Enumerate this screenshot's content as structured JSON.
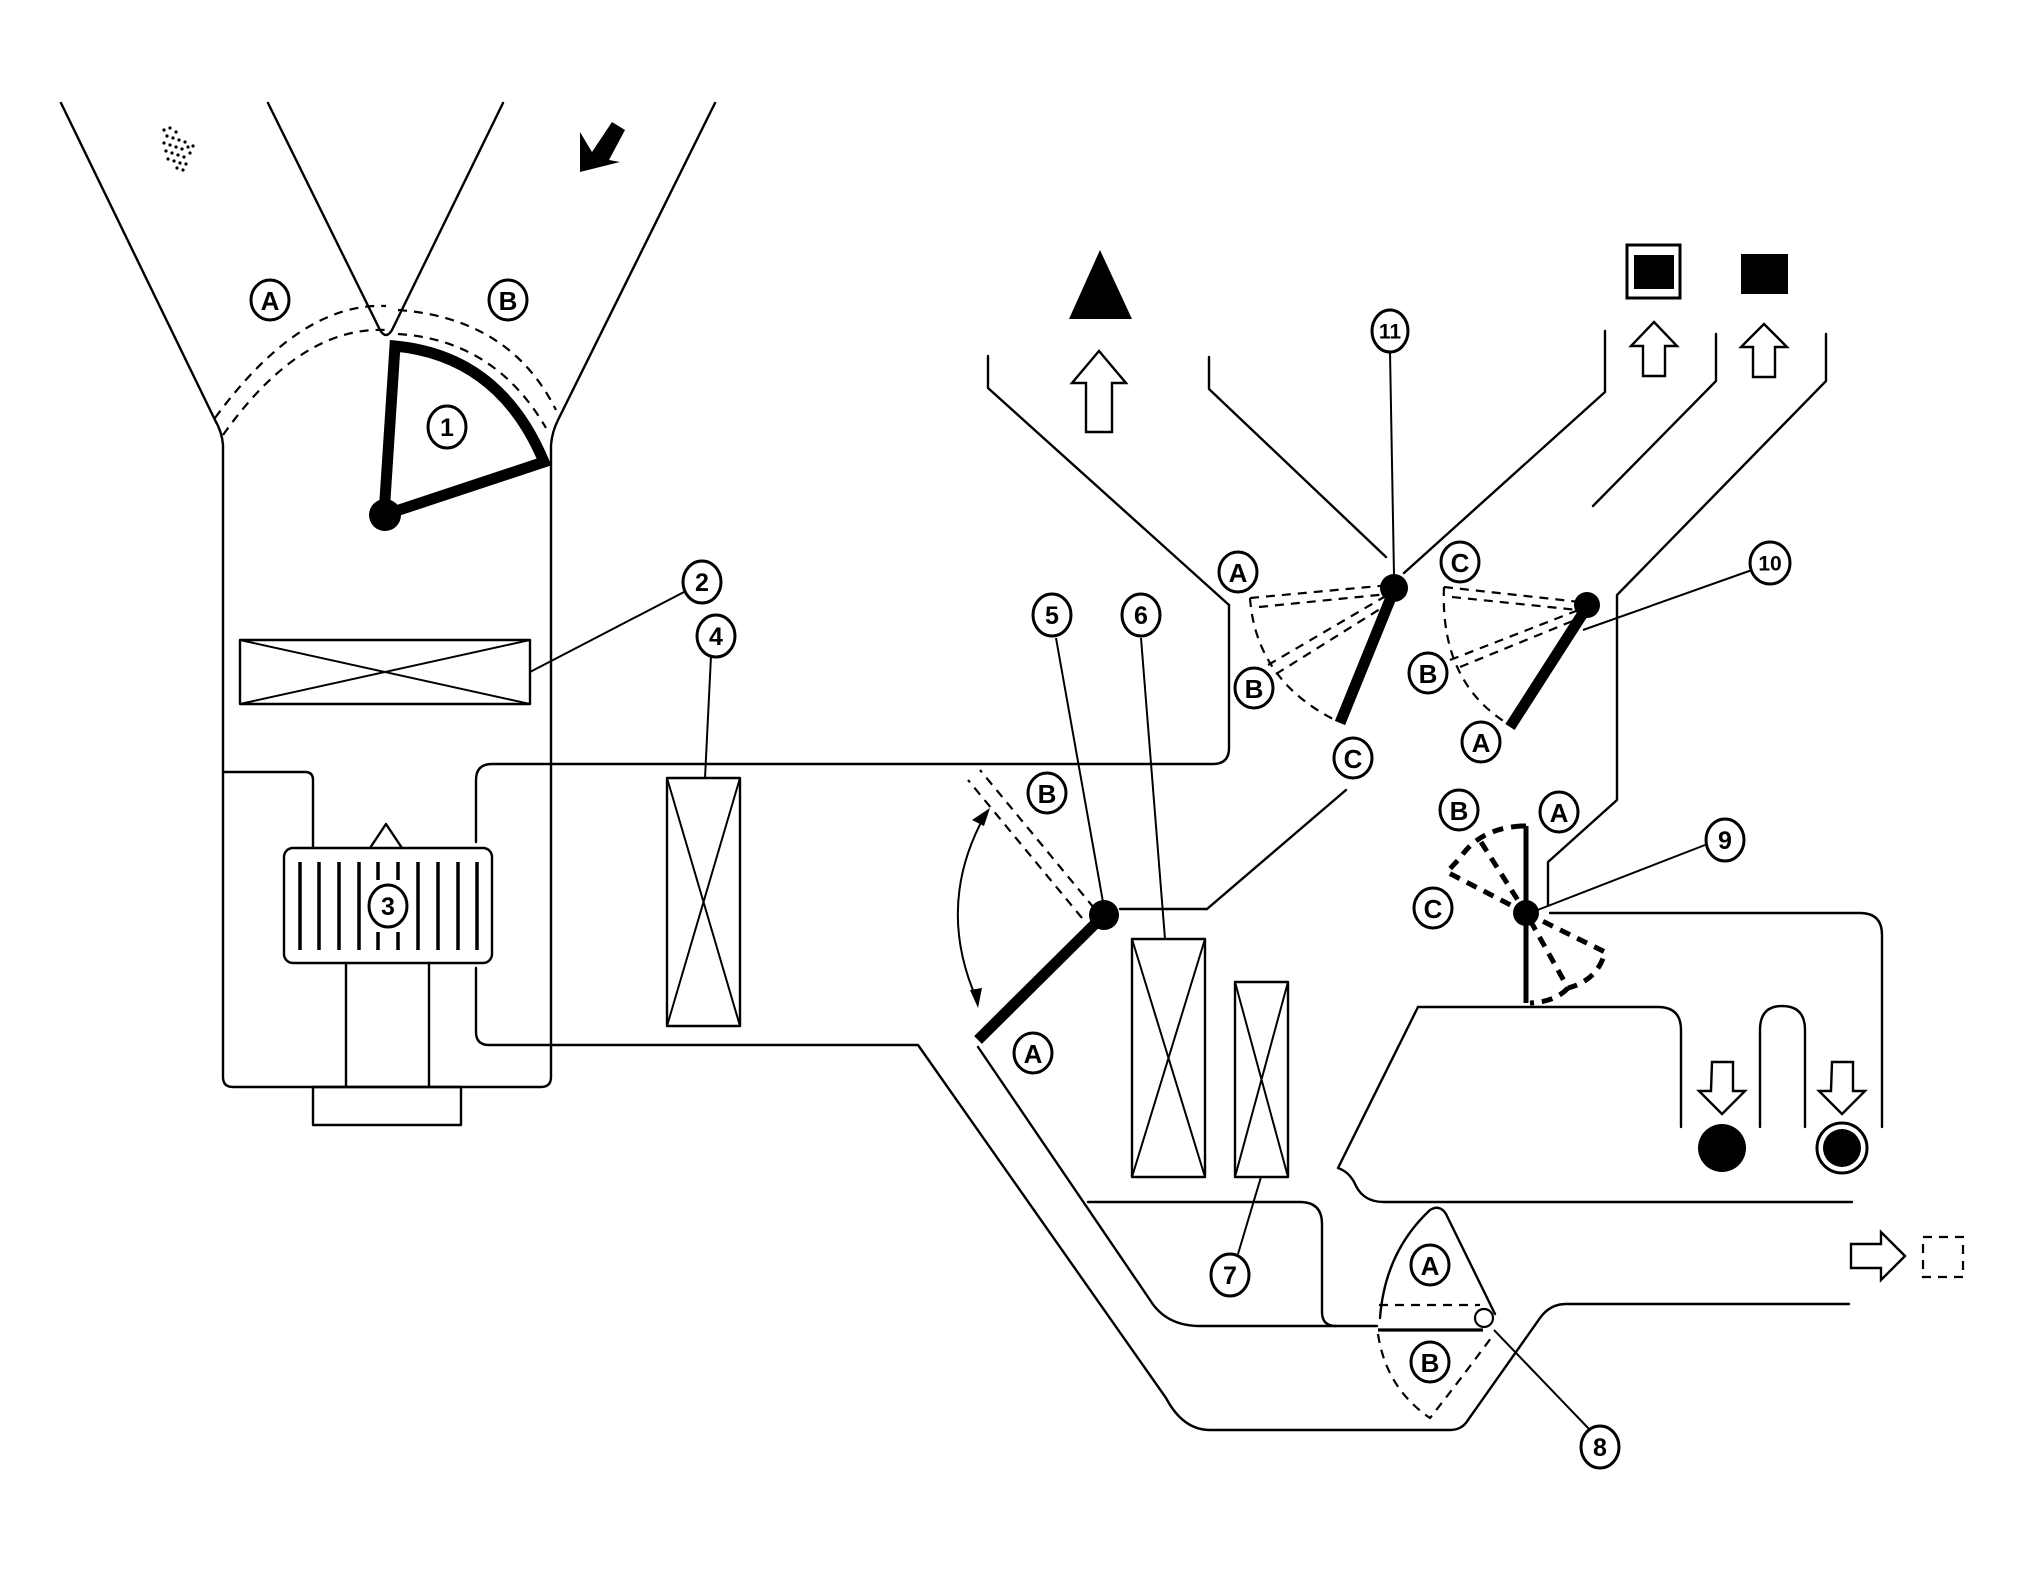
{
  "diagram": {
    "title": "Air conditioning unit airflow diagram",
    "components": [
      {
        "number": "1",
        "label": "①",
        "name": "intake-door"
      },
      {
        "number": "2",
        "label": "②",
        "name": "in-cabin-microfilter"
      },
      {
        "number": "3",
        "label": "③",
        "name": "blower-motor"
      },
      {
        "number": "4",
        "label": "④",
        "name": "evaporator"
      },
      {
        "number": "5",
        "label": "⑤",
        "name": "air-mix-door"
      },
      {
        "number": "6",
        "label": "⑥",
        "name": "heater-core"
      },
      {
        "number": "7",
        "label": "⑦",
        "name": "ptc-heater"
      },
      {
        "number": "8",
        "label": "⑧",
        "name": "defroster-side-door"
      },
      {
        "number": "9",
        "label": "⑨",
        "name": "foot-door"
      },
      {
        "number": "10",
        "label": "⑩",
        "name": "ventilator-side-door"
      },
      {
        "number": "11",
        "label": "⑪",
        "name": "defroster-ventilator-door"
      }
    ],
    "position_labels": {
      "A": "Ⓐ",
      "B": "Ⓑ",
      "C": "Ⓒ"
    },
    "symbols": [
      {
        "name": "fresh-air-symbol",
        "meaning": "outside air"
      },
      {
        "name": "recirculation-symbol",
        "meaning": "inside air"
      },
      {
        "name": "defroster-outlet-symbol",
        "glyph": "▲"
      },
      {
        "name": "center-vent-outlet-symbol",
        "glyph": "▣"
      },
      {
        "name": "side-vent-outlet-symbol",
        "glyph": "■"
      },
      {
        "name": "foot-outlet-symbol",
        "glyph": "●"
      },
      {
        "name": "rear-foot-outlet-symbol",
        "glyph": "◉"
      },
      {
        "name": "side-defroster-outlet-symbol",
        "glyph": "⬚"
      }
    ]
  }
}
